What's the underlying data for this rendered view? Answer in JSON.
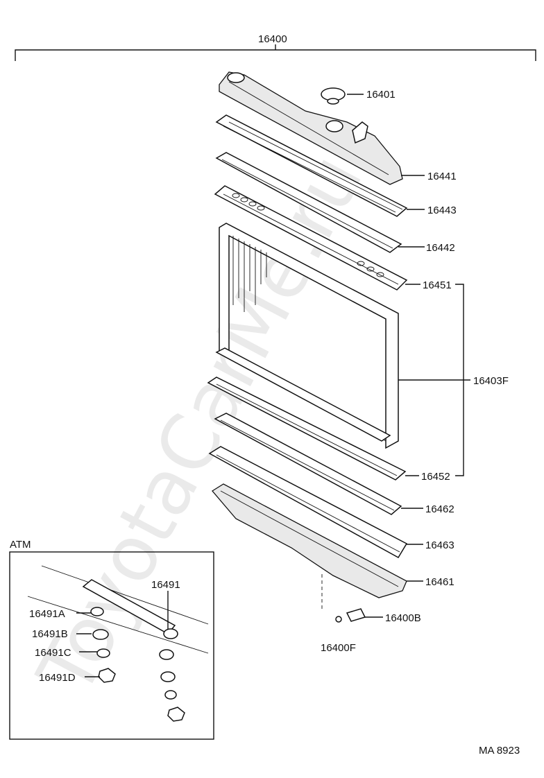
{
  "assembly_label": "16400",
  "inset_title": "ATM",
  "figure_code": "MA 8923",
  "watermark": "ToyotaCarMe.ru",
  "callouts": {
    "c16401": "16401",
    "c16441": "16441",
    "c16443": "16443",
    "c16442": "16442",
    "c16451": "16451",
    "c16403F": "16403F",
    "c16452": "16452",
    "c16462": "16462",
    "c16463": "16463",
    "c16461": "16461",
    "c16400B": "16400B",
    "c16400F": "16400F",
    "c16491": "16491",
    "c16491A": "16491A",
    "c16491B": "16491B",
    "c16491C": "16491C",
    "c16491D": "16491D"
  }
}
